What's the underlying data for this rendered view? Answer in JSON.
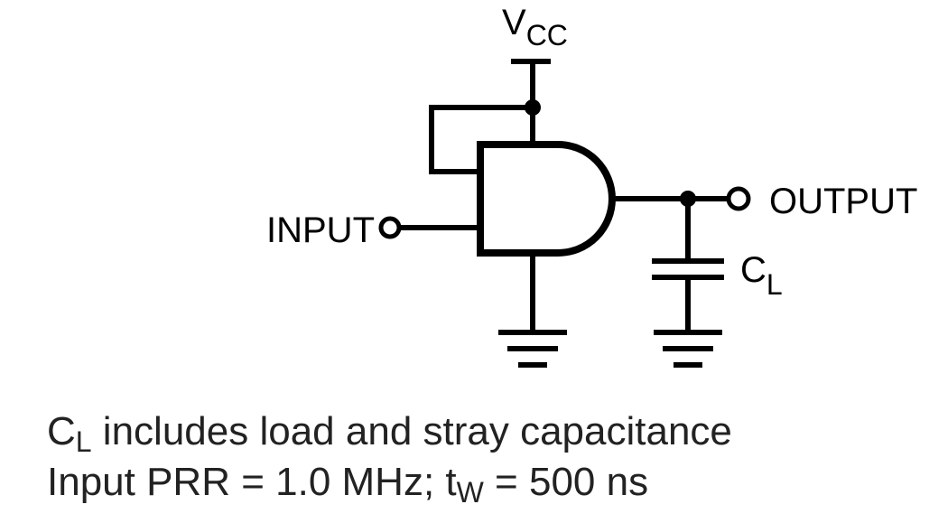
{
  "labels": {
    "vcc_main": "V",
    "vcc_sub": "CC",
    "input": "INPUT",
    "output": "OUTPUT",
    "cl_main": "C",
    "cl_sub": "L"
  },
  "notes": {
    "line1_c": "C",
    "line1_sub": "L",
    "line1_rest": " includes load and stray capacitance",
    "line2_pre": "Input PRR = 1.0 MHz; t",
    "line2_sub": "W",
    "line2_post": " = 500 ns"
  }
}
